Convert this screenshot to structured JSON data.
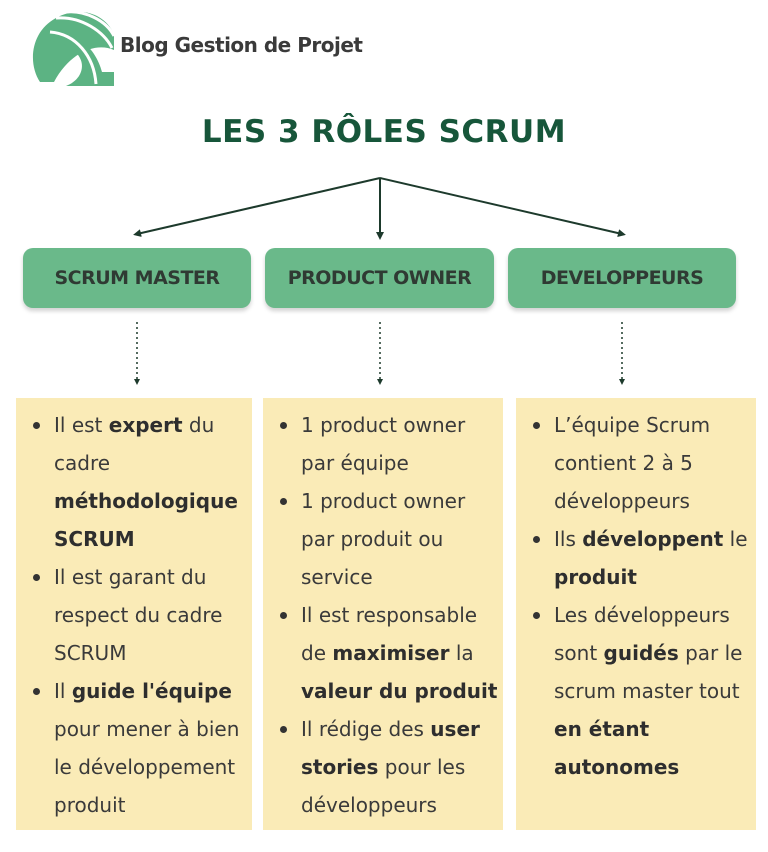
{
  "brand": {
    "name": "Blog Gestion de Projet"
  },
  "title": "LES 3 RÔLES SCRUM",
  "colors": {
    "accent": "#17563a",
    "box": "#6ab98a",
    "card": "#faebb7",
    "logo": "#5cb383"
  },
  "roles": [
    {
      "label": "SCRUM MASTER"
    },
    {
      "label": "PRODUCT OWNER"
    },
    {
      "label": "DEVELOPPEURS"
    }
  ],
  "columns": [
    {
      "items": [
        [
          {
            "t": "Il est "
          },
          {
            "t": "expert",
            "b": true
          },
          {
            "t": " du cadre "
          },
          {
            "t": "méthodologique SCRUM",
            "b": true
          }
        ],
        [
          {
            "t": "Il est garant du respect du cadre SCRUM"
          }
        ],
        [
          {
            "t": "Il "
          },
          {
            "t": "guide l'équipe",
            "b": true
          },
          {
            "t": " pour mener à bien le développement produit"
          }
        ]
      ]
    },
    {
      "items": [
        [
          {
            "t": "1 product owner par équipe"
          }
        ],
        [
          {
            "t": "1 product owner par produit ou service"
          }
        ],
        [
          {
            "t": "Il est responsable de "
          },
          {
            "t": "maximiser",
            "b": true
          },
          {
            "t": " la "
          },
          {
            "t": "valeur du produit",
            "b": true
          }
        ],
        [
          {
            "t": "Il rédige des "
          },
          {
            "t": "user stories",
            "b": true
          },
          {
            "t": " pour les développeurs"
          }
        ]
      ]
    },
    {
      "items": [
        [
          {
            "t": "L’équipe Scrum contient 2 à 5 développeurs"
          }
        ],
        [
          {
            "t": "Ils "
          },
          {
            "t": "développent",
            "b": true
          },
          {
            "t": " le "
          },
          {
            "t": "produit",
            "b": true
          }
        ],
        [
          {
            "t": "Les développeurs sont "
          },
          {
            "t": "guidés",
            "b": true
          },
          {
            "t": " par le scrum master tout "
          },
          {
            "t": "en étant autonomes",
            "b": true
          }
        ]
      ]
    }
  ]
}
